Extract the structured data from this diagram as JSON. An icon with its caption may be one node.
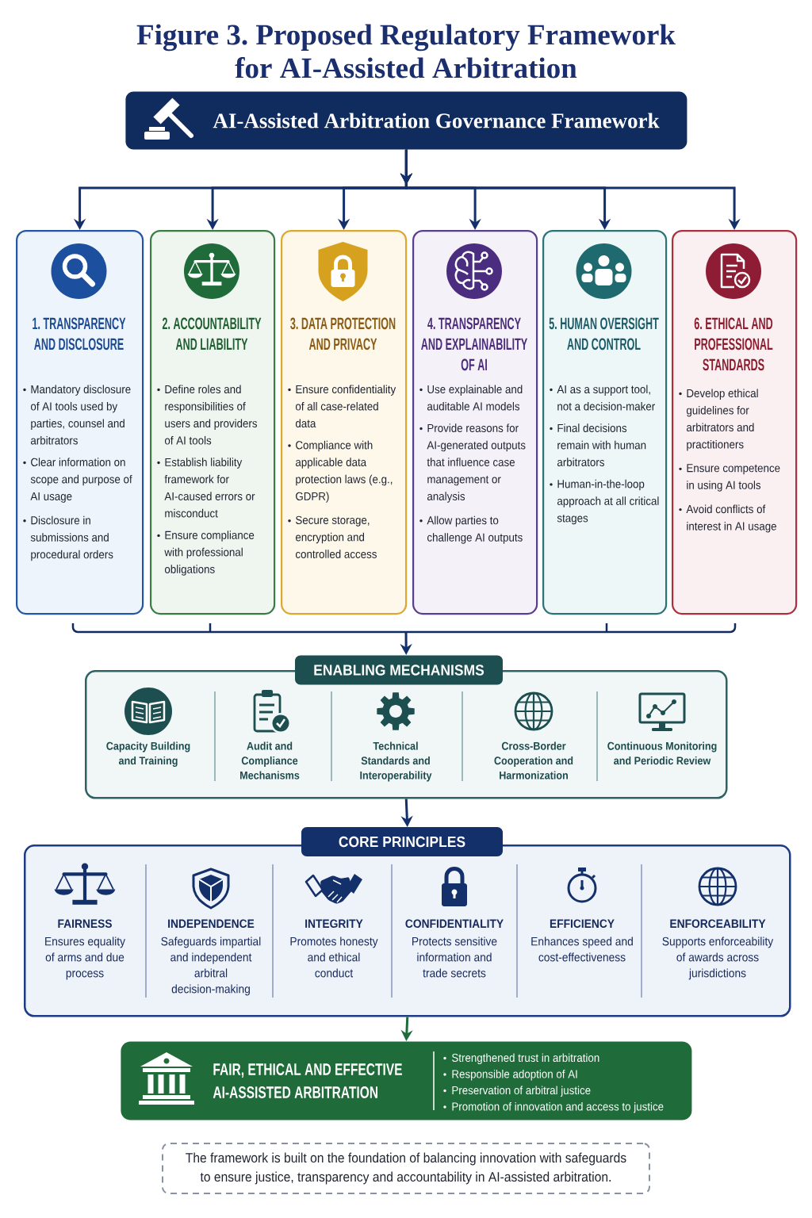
{
  "diagram": {
    "title": "Figure 3. Proposed Regulatory Framework for AI-Assisted Arbitration",
    "nodes": [
      {
        "text": [
          "AI-Assisted Arbitration Governance Framework"
        ]
      },
      {
        "text": [
          "1. TRANSPARENCY AND DISCLOSURE",
          "Mandatory disclosure of AI tools used by parties, counsel and arbitrators",
          "Clear information on scope and purpose of AI usage",
          "Disclosure in submissions and procedural orders"
        ]
      },
      {
        "text": [
          "2. ACCOUNTABILITY AND LIABILITY",
          "Define roles and responsibilities of users and providers of AI tools",
          "Establish liability framework for AI-caused errors or misconduct",
          "Ensure compliance with professional obligations"
        ]
      },
      {
        "text": [
          "3. DATA PROTECTION AND PRIVACY",
          "Ensure confidentiality of all case-related data",
          "Compliance with applicable data protection laws (e.g., GDPR)",
          "Secure storage, encryption and controlled access"
        ]
      },
      {
        "text": [
          "4. TRANSPARENCY AND EXPLAINABILITY OF AI",
          "Use explainable and auditable AI models",
          "Provide reasons for AI-generated outputs that influence case management or analysis",
          "Allow parties to challenge AI outputs"
        ]
      },
      {
        "text": [
          "5. HUMAN OVERSIGHT AND CONTROL",
          "AI as a support tool, not a decision-maker",
          "Final decisions remain with human arbitrators",
          "Human-in-the-loop approach at all critical stages"
        ]
      },
      {
        "text": [
          "6. ETHICAL AND PROFESSIONAL STANDARDS",
          "Develop ethical guidelines for arbitrators and practitioners",
          "Ensure competence in using AI tools",
          "Avoid conflicts of interest in AI usage"
        ]
      },
      {
        "text": [
          "ENABLING MECHANISMS",
          "Capacity Building and Training",
          "Audit and Compliance Mechanisms",
          "Technical Standards and Interoperability",
          "Cross-Border Cooperation and Harmonization",
          "Continuous Monitoring and Periodic Review"
        ]
      },
      {
        "text": [
          "CORE PRINCIPLES",
          "FAIRNESS",
          "Ensures equality of arms and due process",
          "INDEPENDENCE",
          "Safeguards impartial and independent arbitral decision-making",
          "INTEGRITY",
          "Promotes honesty and ethical conduct",
          "CONFIDENTIALITY",
          "Protects sensitive information and trade secrets",
          "EFFICIENCY",
          "Enhances speed and cost-effectiveness",
          "ENFORCEABILITY",
          "Supports enforceability of awards across jurisdictions"
        ]
      },
      {
        "text": [
          "FAIR, ETHICAL AND EFFECTIVE AI-ASSISTED ARBITRATION",
          "Strengthened trust in arbitration",
          "Responsible adoption of AI",
          "Preservation of arbitral justice",
          "Promotion of innovation and access to justice"
        ]
      },
      {
        "text": [
          "The framework is built on the foundation of balancing innovation with safeguards to ensure justice, transparency and accountability in AI-assisted arbitration."
        ]
      }
    ],
    "edges": [
      {
        "from": 0,
        "to": 1,
        "arrow": "to"
      },
      {
        "from": 0,
        "to": 2,
        "arrow": "to"
      },
      {
        "from": 0,
        "to": 3,
        "arrow": "to"
      },
      {
        "from": 0,
        "to": 4,
        "arrow": "to"
      },
      {
        "from": 0,
        "to": 5,
        "arrow": "to"
      },
      {
        "from": 0,
        "to": 6,
        "arrow": "to"
      },
      {
        "from": null,
        "to": 7,
        "arrow": "to"
      },
      {
        "from": 7,
        "to": 8,
        "arrow": "to"
      },
      {
        "from": 8,
        "to": 9,
        "arrow": "to",
        "color": "#1e6b3c"
      }
    ]
  }
}
